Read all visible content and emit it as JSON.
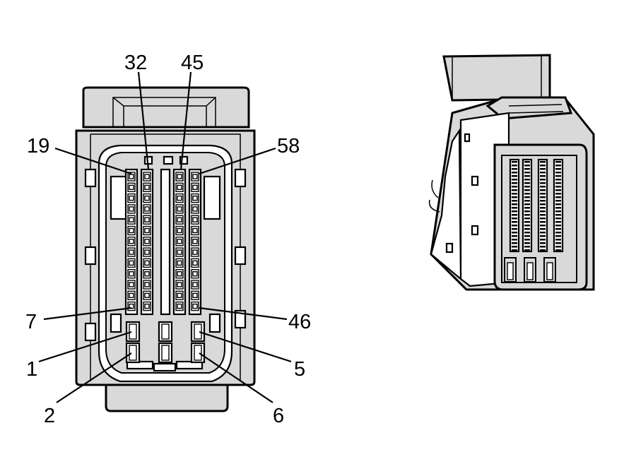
{
  "connector_face": {
    "pin_labels": [
      {
        "id": "pin-32",
        "text": "32"
      },
      {
        "id": "pin-45",
        "text": "45"
      },
      {
        "id": "pin-19",
        "text": "19"
      },
      {
        "id": "pin-58",
        "text": "58"
      },
      {
        "id": "pin-7",
        "text": "7"
      },
      {
        "id": "pin-46",
        "text": "46"
      },
      {
        "id": "pin-1",
        "text": "1"
      },
      {
        "id": "pin-5",
        "text": "5"
      },
      {
        "id": "pin-2",
        "text": "2"
      },
      {
        "id": "pin-6",
        "text": "6"
      }
    ],
    "cavity_rows": {
      "signal_rows": 13,
      "power_rows": 2
    }
  },
  "colors": {
    "housing_fill": "#d9d9d9",
    "line": "#000000",
    "background": "#ffffff"
  }
}
